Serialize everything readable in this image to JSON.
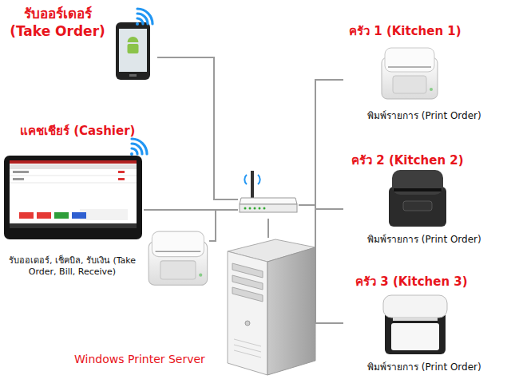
{
  "diagram": {
    "nodes": [
      {
        "text": [
          "รับออร์เดอร์ (Take Order)"
        ]
      },
      {
        "text": [
          "ครัว 1 (Kitchen 1)",
          "พิมพ์รายการ (Print Order)"
        ]
      },
      {
        "text": [
          "แคชเชียร์ (Cashier)",
          "รับออเดอร์, เช็คบิล, รับเงิน (Take Order, Bill, Receive)"
        ]
      },
      {
        "text": []
      },
      {
        "text": [
          "ครัว 2 (Kitchen 2)",
          "พิมพ์รายการ (Print Order)"
        ]
      },
      {
        "text": [
          "ครัว 3 (Kitchen 3)",
          "พิมพ์รายการ (Print Order)"
        ]
      },
      {
        "text": [
          "Windows Printer Server"
        ]
      }
    ],
    "edges": [
      {
        "from": 0,
        "to": 3,
        "arrow": "none"
      },
      {
        "from": 2,
        "to": 3,
        "arrow": "none"
      },
      {
        "from": 3,
        "to": 6,
        "arrow": "none"
      },
      {
        "from": 3,
        "to": 1,
        "arrow": "none"
      },
      {
        "from": 3,
        "to": 4,
        "arrow": "none"
      },
      {
        "from": 3,
        "to": 5,
        "arrow": "none"
      }
    ]
  }
}
